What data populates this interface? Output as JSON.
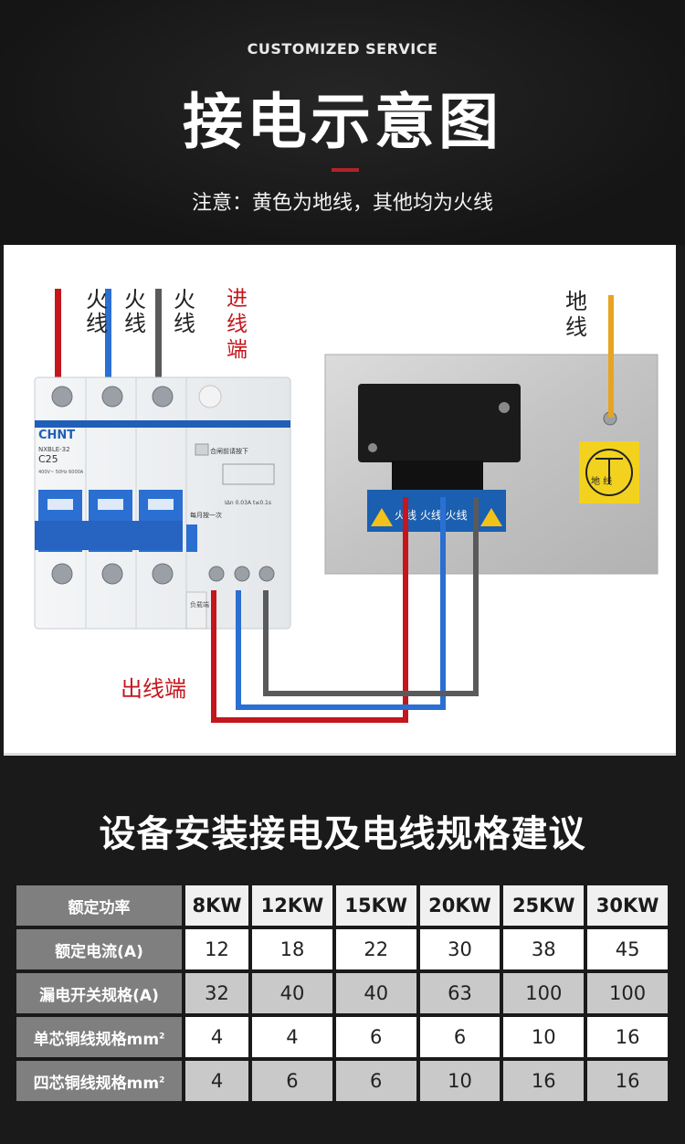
{
  "header": {
    "kicker": "CUSTOMIZED SERVICE",
    "title": "接电示意图",
    "note": "注意：黄色为地线，其他均为火线",
    "accent": "#b2232a"
  },
  "diagram": {
    "live_labels": [
      "火\n线",
      "火\n线",
      "火\n线"
    ],
    "inlet_label": "进线端",
    "outlet_label": "出线端",
    "ground_label": "地线",
    "breaker_brand": "CHNT",
    "breaker_model": "NXBLE-32",
    "breaker_rating": "C25",
    "breaker_specs": "400V~ 50Hz 6000A",
    "test_hint": "合闸前请按下",
    "monthly_hint": "每月按一次",
    "leak_spec": "IΔn 0.03A  t≤0.1s",
    "load_label": "负载端",
    "terminal_sign": "火线 火线 火线",
    "ground_sign": "地 线",
    "colors": {
      "red": "#c4161c",
      "blue": "#2a6fd1",
      "gray": "#5a5a5a",
      "yellow": "#e8a320"
    }
  },
  "spec_section": {
    "title": "设备安装接电及电线规格建议",
    "header": [
      "额定功率",
      "8KW",
      "12KW",
      "15KW",
      "20KW",
      "25KW",
      "30KW"
    ],
    "rows": [
      {
        "label": "额定电流(A)",
        "values": [
          "12",
          "18",
          "22",
          "30",
          "38",
          "45"
        ]
      },
      {
        "label": "漏电开关规格(A)",
        "values": [
          "32",
          "40",
          "40",
          "63",
          "100",
          "100"
        ]
      },
      {
        "label": "单芯铜线规格mm",
        "sup": "2",
        "values": [
          "4",
          "4",
          "6",
          "6",
          "10",
          "16"
        ]
      },
      {
        "label": "四芯铜线规格mm",
        "sup": "2",
        "values": [
          "4",
          "6",
          "6",
          "10",
          "16",
          "16"
        ]
      }
    ]
  }
}
